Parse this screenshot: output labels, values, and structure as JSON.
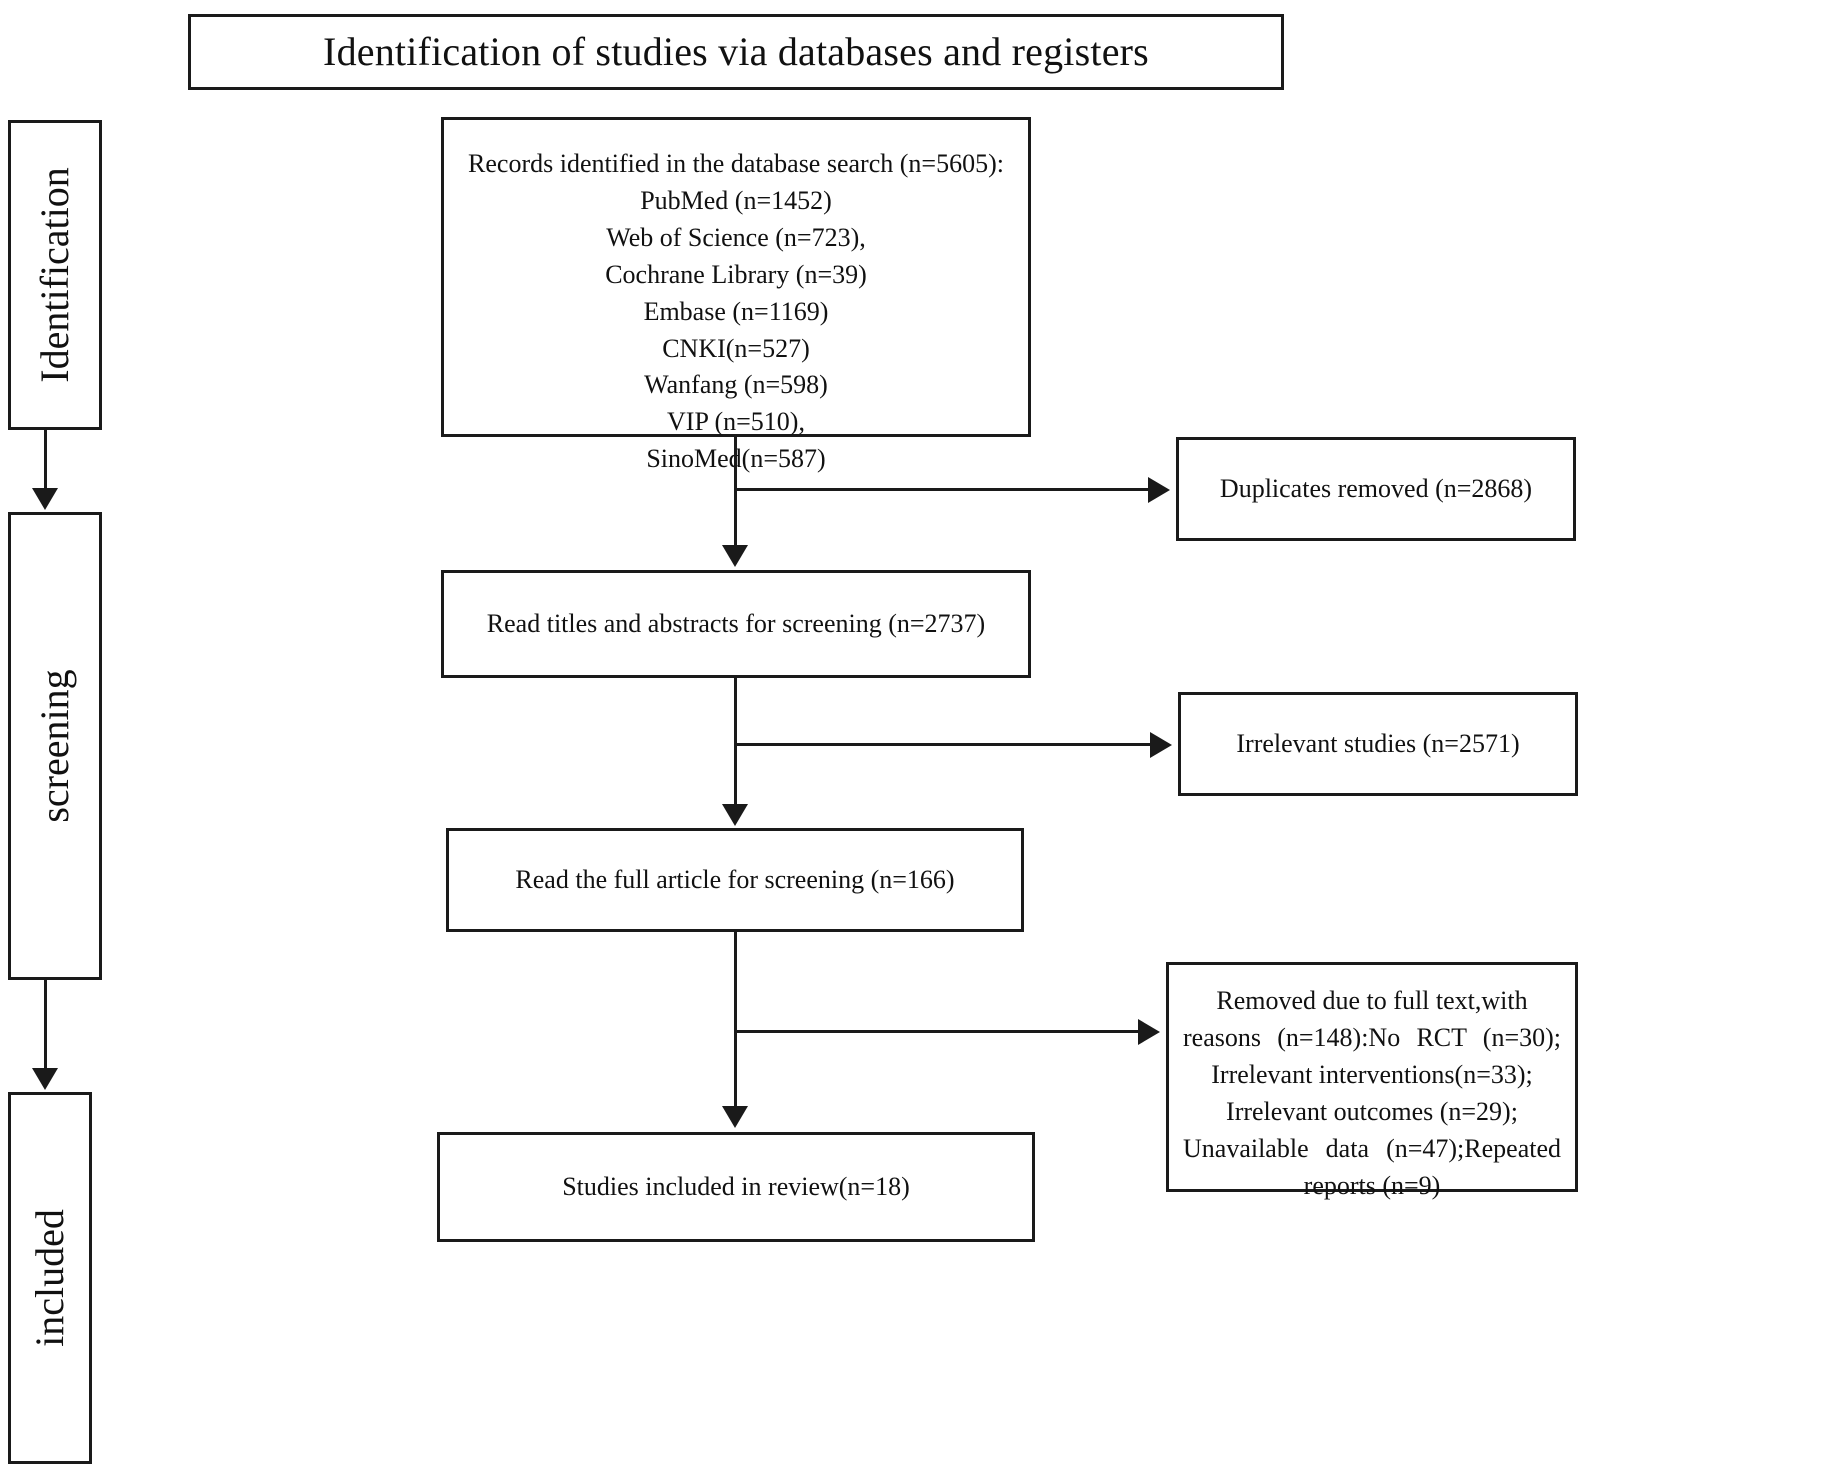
{
  "header": {
    "title": "Identification of studies via databases and registers"
  },
  "stages": [
    {
      "id": "identification",
      "label": "Identification"
    },
    {
      "id": "screening",
      "label": "screening"
    },
    {
      "id": "included",
      "label": "included"
    }
  ],
  "flow": {
    "identified": {
      "heading": "Records identified in the database search (n=5605):",
      "sources": [
        "PubMed (n=1452)",
        "Web of Science (n=723),",
        "Cochrane Library (n=39)",
        "Embase  (n=1169)",
        "CNKI(n=527)",
        "Wanfang (n=598)",
        "VIP  (n=510),",
        "SinoMed(n=587)"
      ]
    },
    "titles_abstracts": "Read titles and abstracts for screening (n=2737)",
    "full_article": "Read the full article for screening (n=166)",
    "included_review": "Studies included in review(n=18)"
  },
  "exclusions": {
    "duplicates": "Duplicates removed (n=2868)",
    "irrelevant": "Irrelevant studies (n=2571)",
    "removed_full_text": [
      "Removed due to full text,with",
      "reasons (n=148):No RCT (n=30);",
      "Irrelevant interventions(n=33);",
      "Irrelevant outcomes (n=29);",
      "Unavailable data (n=47);Repeated",
      "reports (n=9)"
    ]
  },
  "chart_data": {
    "type": "table",
    "title": "Identification of studies via databases and registers",
    "stages": [
      "Identification",
      "screening",
      "included"
    ],
    "records_identified_total": 5605,
    "sources": [
      {
        "name": "PubMed",
        "n": 1452
      },
      {
        "name": "Web of Science",
        "n": 723
      },
      {
        "name": "Cochrane Library",
        "n": 39
      },
      {
        "name": "Embase",
        "n": 1169
      },
      {
        "name": "CNKI",
        "n": 527
      },
      {
        "name": "Wanfang",
        "n": 598
      },
      {
        "name": "VIP",
        "n": 510
      },
      {
        "name": "SinoMed",
        "n": 587
      }
    ],
    "steps": [
      {
        "label": "Records identified in the database search",
        "n": 5605
      },
      {
        "label": "Duplicates removed",
        "n": 2868,
        "kind": "exclusion"
      },
      {
        "label": "Read titles and abstracts for screening",
        "n": 2737
      },
      {
        "label": "Irrelevant studies",
        "n": 2571,
        "kind": "exclusion"
      },
      {
        "label": "Read the full article for screening",
        "n": 166
      },
      {
        "label": "Removed due to full text,with reasons",
        "n": 148,
        "kind": "exclusion"
      },
      {
        "label": "Studies included in review",
        "n": 18
      }
    ],
    "removal_reasons": [
      {
        "name": "No RCT",
        "n": 30
      },
      {
        "name": "Irrelevant interventions",
        "n": 33
      },
      {
        "name": "Irrelevant outcomes",
        "n": 29
      },
      {
        "name": "Unavailable data",
        "n": 47
      },
      {
        "name": "Repeated reports",
        "n": 9
      }
    ]
  }
}
